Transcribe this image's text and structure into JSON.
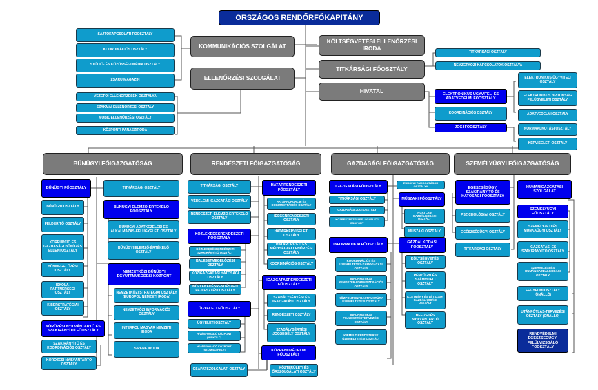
{
  "top": "ORSZÁGOS RENDŐRFŐKAPITÁNY",
  "staff": {
    "kommunikacio": {
      "title": "KOMMUNIKÁCIÓS SZOLGÁLAT",
      "units": [
        "SAJTÓKAPCSOLATI FŐOSZTÁLY",
        "KOORDINÁCIÓS OSZTÁLY",
        "STÚDIÓ- ÉS KÖZÖSSÉGI MÉDIA OSZTÁLY",
        "ZSARU MAGAZIN"
      ]
    },
    "ellenorzes": {
      "title": "ELLENŐRZÉSI SZOLGÁLAT",
      "units": [
        "VEZETŐI ELLENŐRZÉSEK OSZTÁLYA",
        "SZAKMAI ELLENŐRZÉSI OSZTÁLY",
        "MOBIL ELLENŐRZÉSI OSZTÁLY",
        "KÖZPONTI PANASZIRODA"
      ]
    },
    "koltseg": {
      "title": "KÖLTSÉGVETÉSI ELLENŐRZÉSI IRODA"
    },
    "titkarsag": {
      "title": "TITKÁRSÁGI FŐOSZTÁLY",
      "units": [
        "TITKÁRSÁGI OSZTÁLY",
        "NEMZETKÖZI KAPCSOLATOK OSZTÁLYA"
      ]
    },
    "hivatal": {
      "title": "HIVATAL",
      "elektronikus": {
        "title": "ELEKTRONIKUS ÜGYVITELI ÉS ADATVÉDELMI FŐOSZTÁLY",
        "units": [
          "ELEKTRONIKUS ÜGYVITELI OSZTÁLY",
          "ELEKTRONIKUS BIZTONSÁG FELÜGYELETI OSZTÁLY",
          "ADATVÉDELMI OSZTÁLY"
        ]
      },
      "koordinacio": "KOORDINÁCIÓS OSZTÁLY",
      "jogi": {
        "title": "JOGI FŐOSZTÁLY",
        "units": [
          "NORMAALKOTÁSI OSZTÁLY",
          "KÉPVISELETI OSZTÁLY"
        ]
      }
    }
  },
  "bunugyi": {
    "title": "BŰNÜGYI FŐIGAZGATÓSÁG",
    "bunugyi_fo": {
      "title": "BŰNÜGYI FŐOSZTÁLY",
      "units": [
        "BŰNÜGYI OSZTÁLY",
        "FELDERÍTŐ OSZTÁLY",
        "KORRUPCIÓ ÉS GAZDASÁGI BŰNÖZÉS ELLENI OSZTÁLY",
        "BŰNMEGELŐZÉSI OSZTÁLY",
        "ISKOLA-PARTNERSÉGI OSZTÁLY",
        "KIBERSTRATÉGIAI OSZTÁLY"
      ]
    },
    "korozesi": {
      "title": "KÖRÖZÉSI NYILVÁNTARTÓ ÉS SZAKIRÁNYÍTÓ FŐOSZTÁLY",
      "units": [
        "SZAKIRÁNYÍTÓ ÉS KOORDINÁCIÓS OSZTÁLY",
        "KÖRÖZÉSI NYILVÁNTARTÓ OSZTÁLY"
      ]
    },
    "titkarsagi": "TITKÁRSÁGI OSZTÁLY",
    "elemzo": {
      "title": "BŰNÜGYI ELEMZŐ-ÉRTÉKELŐ FŐOSZTÁLY",
      "units": [
        "BŰNÜGYI ADATKEZELÉSI ÉS ALKALMAZÁS-FELÜGYELETI OSZTÁLY",
        "BŰNÜGYI ELEMZŐ-ÉRTÉKELŐ OSZTÁLY"
      ]
    },
    "nemzetkozi": {
      "title": "NEMZETKÖZI BŰNÜGYI EGYÜTTMŰKÖDÉSI KÖZPONT",
      "units": [
        "NEMZETKÖZI STRATÉGIAI OSZTÁLY (EUROPOL NEMZETI IRODA)",
        "NEMZETKÖZI INFORMÁCIÓS OSZTÁLY",
        "INTERPOL MAGYAR NEMZETI IRODA",
        "SIRENE IRODA"
      ]
    }
  },
  "rendeszeti": {
    "title": "RENDÉSZETI FŐIGAZGATÓSÁG",
    "left_units": [
      "TITKÁRSÁGI OSZTÁLY",
      "VÉDELEMI IGAZGATÁSI OSZTÁLY",
      "RENDÉSZETI ELEMZŐ-ÉRTÉKELŐ OSZTÁLY"
    ],
    "kozlekedes": {
      "title": "KÖZLEKEDÉSRENDÉSZETI FŐOSZTÁLY",
      "units": [
        "KÖZLEKEDÉSRENDÉSZETI SZAKIRÁNYÍTÓ OSZTÁLY",
        "BALESETMEGELŐZÉSI OSZTÁLY",
        "KÖZIGAZGATÁSI HATÓSÁGI OSZTÁLY",
        "KÖZLEKEDÉSRENDÉSZETI FEJLESZTÉSI OSZTÁLY"
      ]
    },
    "ugyeleti": {
      "title": "ÜGYELETI FŐOSZTÁLY",
      "units": [
        "ÜGYELETI OSZTÁLY",
        "HÍVÁSFOGADÓ KÖZPONT (MISKOLC)",
        "HÍVÁSFOGADÓ KÖZPONT (SZOMBATHELY)"
      ]
    },
    "csapat": "CSAPATSZOLGÁLATI OSZTÁLY",
    "hatar": {
      "title": "HATÁRRENDÉSZETI FŐOSZTÁLY",
      "units": [
        "HATÁRFORGALMI ÉS DOKUMENTÁCIÓS OSZTÁLY",
        "IDEGENRENDÉSZETI OSZTÁLY",
        "HATÁRKÉPVISELETI OSZTÁLY",
        "HATÁRŐRIZETI ÉS MÉLYSÉGI ELLENŐRZÉSI OSZTÁLY",
        "KOORDINÁCIÓS OSZTÁLY"
      ]
    },
    "igazgatas": {
      "title": "IGAZGATÁSRENDÉSZETI FŐOSZTÁLY",
      "units": [
        "SZABÁLYSÉRTÉSI ÉS IGAZGATÁSI OSZTÁLY",
        "RENDÉSZETI OSZTÁLY",
        "SZABÁLYSÉRTÉSI JOGSEGÉLY OSZTÁLY"
      ]
    },
    "kozrend": {
      "title": "KÖZRENDVÉDELMI FŐOSZTÁLY",
      "units": [
        "KÖZTERÜLETI ÉS ŐRSZOLGÁLATI OSZTÁLY"
      ]
    }
  },
  "gazdasagi": {
    "title": "GAZDASÁGI FŐIGAZGATÓSÁG",
    "igazgatasi": {
      "title": "IGAZGATÁSI FŐOSZTÁLY",
      "units": [
        "TITKÁRSÁGI OSZTÁLY",
        "GAZDASÁGI JOGI OSZTÁLY",
        "KÖZBESZERZÉSI FELÜGYELETI CSOPORT"
      ]
    },
    "europai": "EURÓPAI TÁMOGATÁSOK OSZTÁLYA",
    "muszaki": {
      "title": "MŰSZAKI FŐOSZTÁLY",
      "units": [
        "INGATLAN-GAZDÁLKODÁSI OSZTÁLY",
        "MŰSZAKI OSZTÁLY"
      ]
    },
    "informatikai": {
      "title": "INFORMATIKAI FŐOSZTÁLY",
      "units": [
        "KOORDINÁCIÓS ÉS ÜZEMELTETÉS-TÁMOGATÁSI OSZTÁLY",
        "INFORMATIKAI RENDSZERADMINISZTRÁCIÓS OSZTÁLY",
        "KÖZPONTI INFRASTRUKTÚRA ÜZEMELTETÉSI OSZTÁLY",
        "INFORMATIKAI FEJLESZTÉSTERVEZÉSI OSZTÁLY",
        "KIEMELT RENDSZEREK ÜZEMELTETÉSI OSZTÁLY"
      ]
    },
    "gazdalkodasi": {
      "title": "GAZDÁLKODÁSI FŐOSZTÁLY",
      "units": [
        "KÖLTSÉGVETÉSI OSZTÁLY",
        "PÉNZÜGYI ÉS SZÁMVITELI OSZTÁLY",
        "ILLETMÉNY ÉS LÉTSZÁM-GAZDÁLKODÁSI OSZTÁLY",
        "BEFIZETÉS NYILVÁNTARTÓ OSZTÁLY"
      ]
    }
  },
  "szemelyugyi": {
    "title": "SZEMÉLYÜGYI FŐIGAZGATÓSÁG",
    "egeszseg": {
      "title": "EGÉSZSÉGÜGYI SZAKIRÁNYÍTÓ ÉS HATÓSÁGI FŐOSZTÁLY",
      "units": [
        "PSZICHOLÓGIAI OSZTÁLY",
        "EGÉSZSÉGÜGYI OSZTÁLY"
      ]
    },
    "titkarsagi": "TITKÁRSÁGI OSZTÁLY",
    "human": {
      "title": "HUMÁNIGAZGATÁSI SZOLGÁLAT"
    },
    "szem_fo": {
      "title": "SZEMÉLYÜGYI FŐOSZTÁLY",
      "units": [
        "SZEMÉLYZETI ÉS MUNKAÜGYI OSZTÁLY",
        "IGAZGATÁSI ÉS SZAKIRÁNYÍTÓ OSZTÁLY",
        "SZERVEZÉSI ÉS HUMÁNGAZDÁLKODÁSI OSZTÁLY"
      ]
    },
    "onallo": [
      "FEGYELMI OSZTÁLY (ÖNÁLLÓ)",
      "UTÁNPÓTLÁS-TERVEZÉSI OSZTÁLY (ÖNÁLLÓ)"
    ],
    "rendvedelmi": "RENDVÉDELMI EGÉSZSÉGÜGYI FELÜLVIZSGÁLÓ FŐOSZTÁLY"
  },
  "colors": {
    "section": "#7b7b7b",
    "unit": "#0f9ccc",
    "directorate": "#0000ee",
    "top": "#0a2c9a"
  }
}
